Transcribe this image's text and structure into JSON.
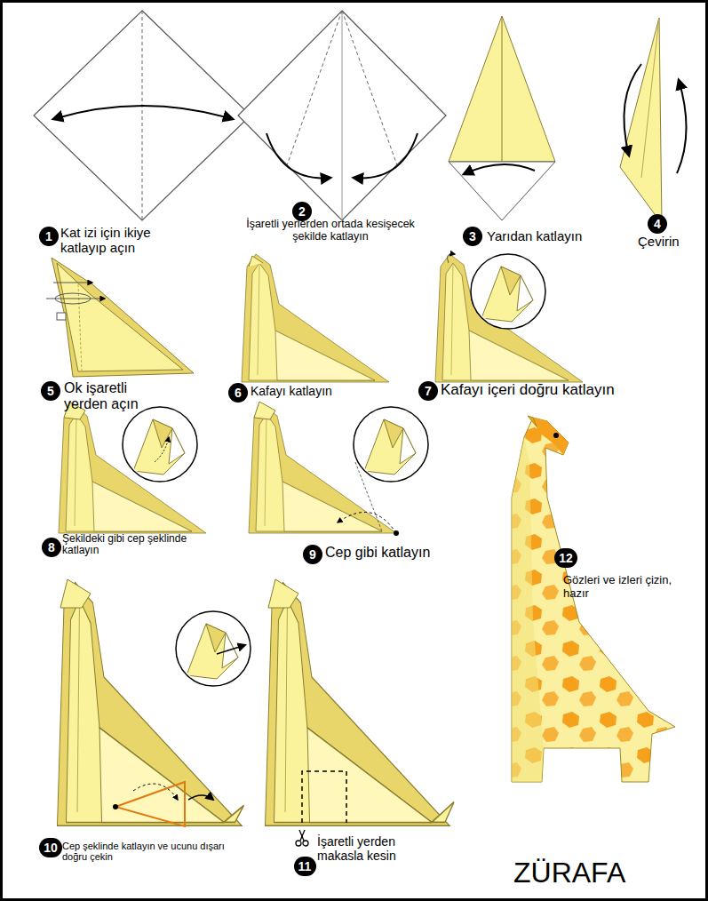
{
  "diagram": {
    "title": "ZÜRAFA",
    "nodes": [
      {
        "text": [
          "1"
        ]
      },
      {
        "text": [
          "2"
        ]
      },
      {
        "text": [
          "3"
        ]
      },
      {
        "text": [
          "4"
        ]
      },
      {
        "text": [
          "5"
        ]
      },
      {
        "text": [
          "6"
        ]
      },
      {
        "text": [
          "7"
        ]
      },
      {
        "text": [
          "8"
        ]
      },
      {
        "text": [
          "9"
        ]
      },
      {
        "text": [
          "10"
        ]
      },
      {
        "text": [
          "11"
        ]
      },
      {
        "text": [
          "12"
        ]
      }
    ],
    "labels": [
      "Kat izi için ikiye katlayıp açın",
      "İşaretli yerlerden ortada kesişecek şekilde katlayın",
      "Yarıdan katlayın",
      "Çevirin",
      "Ok işaretli yerden açın",
      "Kafayı katlayın",
      "Kafayı içeri doğru katlayın",
      "Şekildeki gibi cep şeklinde katlayın",
      "Cep gibi katlayın",
      "Cep şeklinde katlayın ve ucunu dışarı doğru çekin",
      "İşaretli yerden makasla kesin",
      "Gözleri ve izleri çizin, hazır"
    ]
  }
}
